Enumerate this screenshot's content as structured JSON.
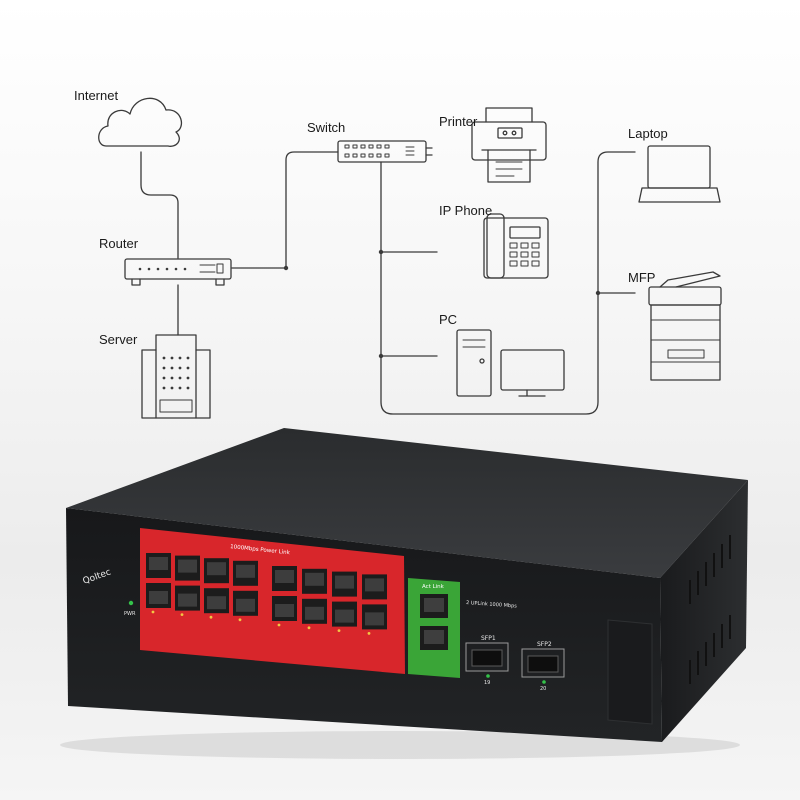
{
  "diagram": {
    "labels": {
      "internet": "Internet",
      "switch": "Switch",
      "printer": "Printer",
      "laptop": "Laptop",
      "router": "Router",
      "ip_phone": "IP Phone",
      "mfp": "MFP",
      "server": "Server",
      "pc": "PC"
    }
  },
  "device": {
    "brand": "Qoltec",
    "poe_banner": "1000Mbps Power Link",
    "uplink_header": "Act Link",
    "uplink_desc": "2 UPLink 1000 Mbps",
    "sfp1_label": "SFP1",
    "sfp2_label": "SFP2",
    "sfp1_port": "19",
    "sfp2_port": "20",
    "pwr_label": "PWR",
    "colors": {
      "chassis": "#1f2123",
      "poe_panel": "#d8262b",
      "uplink_panel": "#3aa537"
    }
  }
}
